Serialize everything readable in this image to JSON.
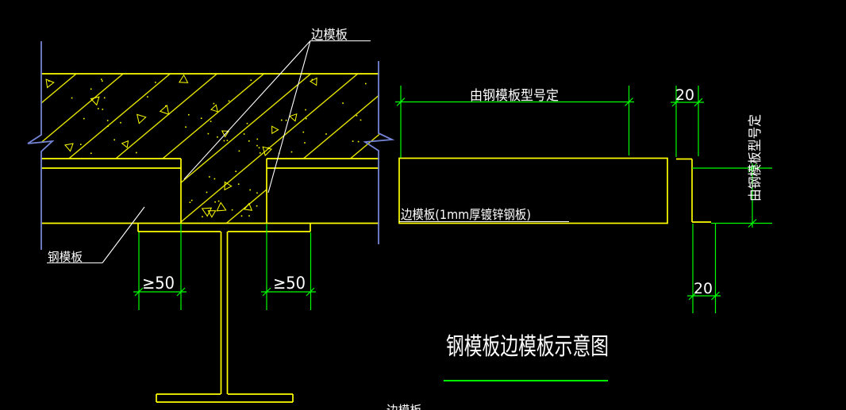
{
  "colors": {
    "background": "#000000",
    "line_yellow": "#FFFF00",
    "dim_green": "#00FF00",
    "boundary_blue": "#7584D4",
    "text_white": "#FFFFFF"
  },
  "section_view": {
    "edge_formwork_label": "边模板",
    "steel_formwork_label": "钢模板",
    "bearing_dim_left": "≥50",
    "bearing_dim_right": "≥50"
  },
  "detail_view": {
    "plate_label": "边模板(1mm厚镀锌钢板)",
    "width_dim": "由钢模板型号定",
    "height_dim": "由钢模板型号定",
    "top_lip_dim": "20",
    "bottom_lip_dim": "20"
  },
  "title": {
    "text": "钢模板边模板示意图"
  },
  "clipped_bottom_label": "边模板"
}
